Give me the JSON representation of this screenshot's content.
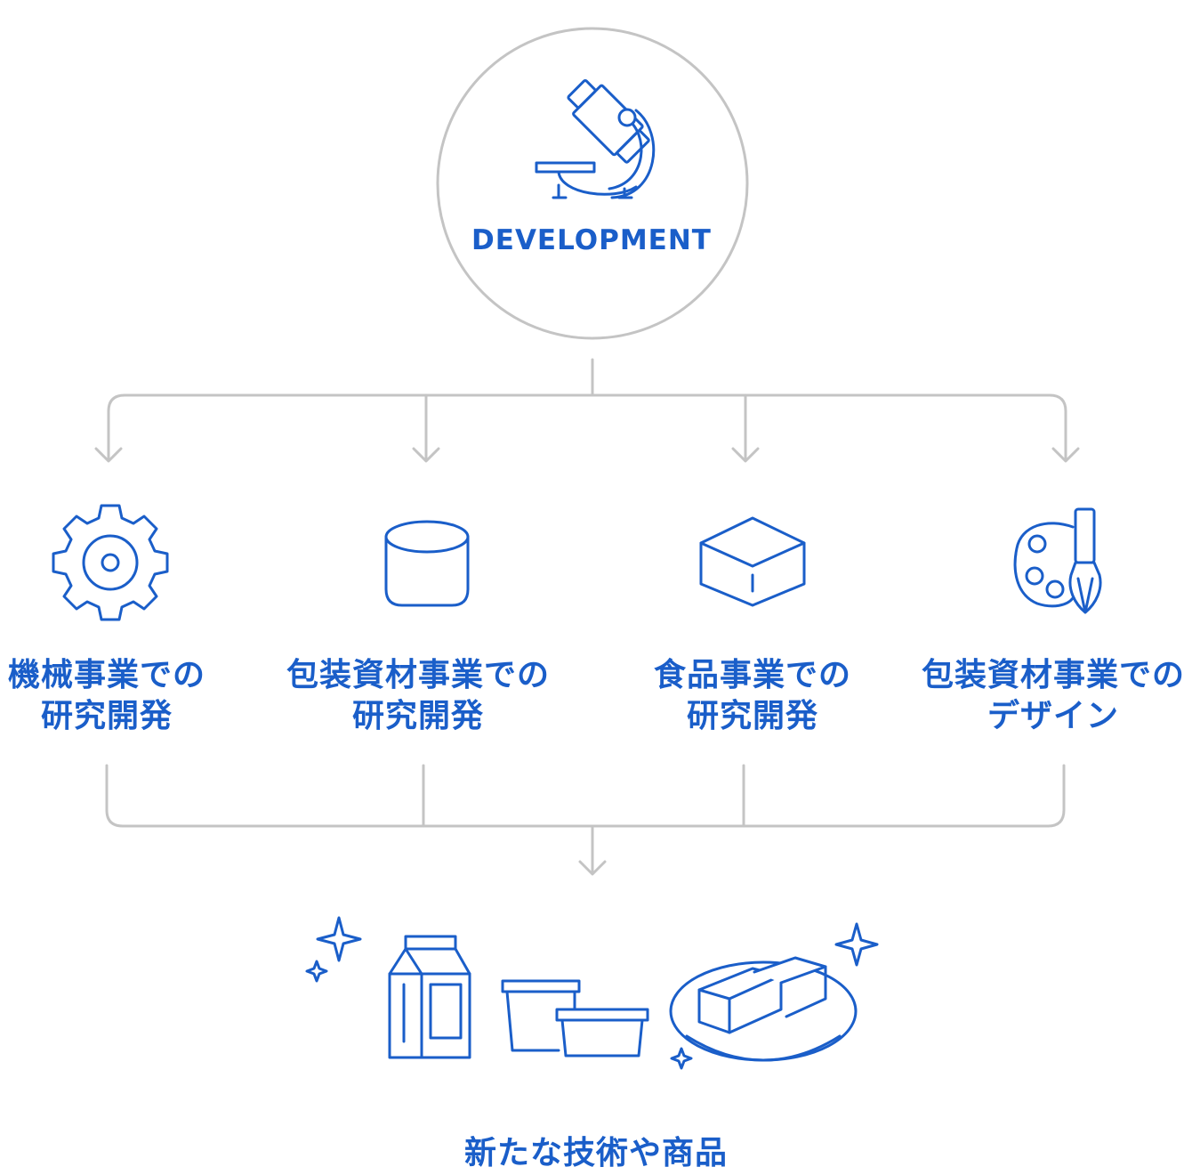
{
  "center": {
    "label": "DEVELOPMENT",
    "icon": "microscope-icon"
  },
  "branches": [
    {
      "icon": "gear-icon",
      "line1": "機械事業での",
      "line2": "研究開発"
    },
    {
      "icon": "cup-container-icon",
      "line1": "包装資材事業での",
      "line2": "研究開発"
    },
    {
      "icon": "box-cube-icon",
      "line1": "食品事業での",
      "line2": "研究開発"
    },
    {
      "icon": "paint-palette-brush-icon",
      "line1": "包装資材事業での",
      "line2": "デザイン"
    }
  ],
  "result": {
    "label": "新たな技術や商品",
    "icons": [
      "sparkle-icon",
      "milk-carton-icon",
      "containers-icon",
      "tofu-plate-icon"
    ]
  },
  "colors": {
    "accent": "#1a5ec9",
    "connector": "#c4c4c4"
  }
}
